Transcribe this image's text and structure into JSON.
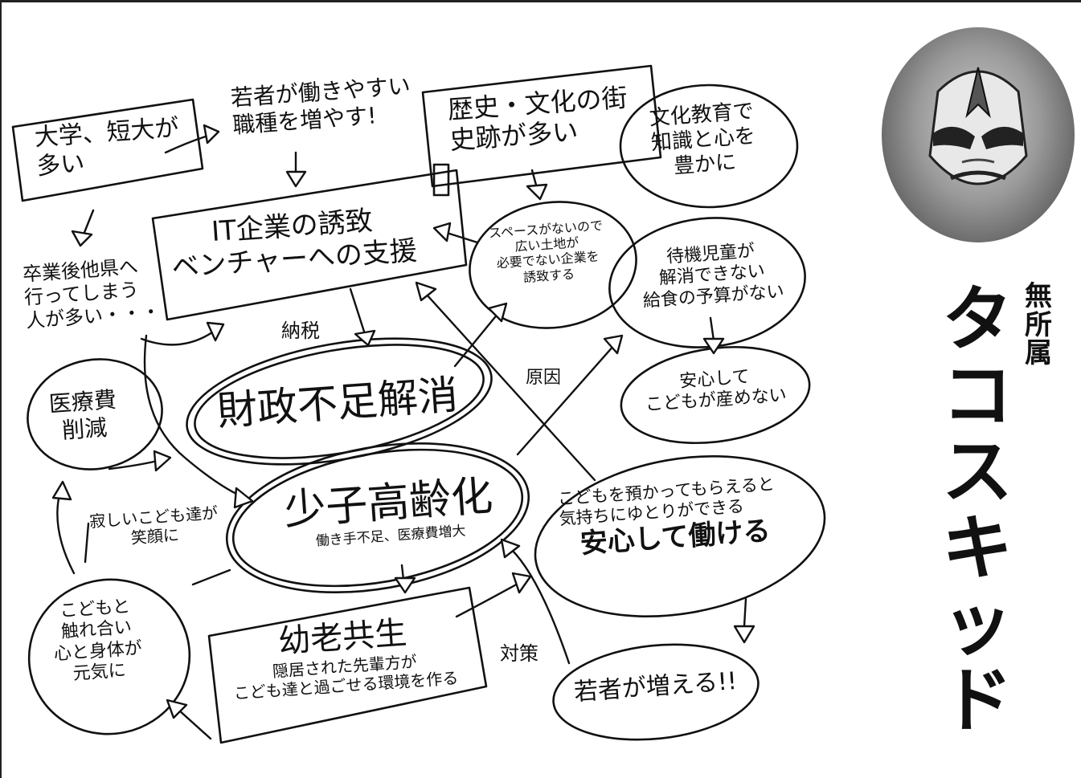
{
  "profile": {
    "affiliation": "無所属",
    "name": "タコスキッド",
    "photo_icon": "masked-wrestler-portrait"
  },
  "nodes": {
    "university": {
      "lines": [
        "大学、短大が",
        "多い"
      ]
    },
    "young_jobs": {
      "lines": [
        "若者が働きやすい",
        "職種を増やす!"
      ]
    },
    "history": {
      "lines": [
        "歴史・文化の街",
        "史跡が多い"
      ]
    },
    "culture_edu": {
      "lines": [
        "文化教育で",
        "知識と心を",
        "豊かに"
      ]
    },
    "it_support": {
      "lines": [
        "IT企業の誘致",
        "ベンチャーへの支援"
      ]
    },
    "space": {
      "lines": [
        "スペースがないので",
        "広い土地が",
        "必要でない企業を",
        "誘致する"
      ]
    },
    "waiting": {
      "lines": [
        "待機児童が",
        "解消できない",
        "給食の予算がない"
      ]
    },
    "after_grad": {
      "lines": [
        "卒業後他県へ",
        "行ってしまう",
        "人が多い・・・"
      ]
    },
    "tax": "納税",
    "cause": "原因",
    "medical": {
      "lines": [
        "医療費",
        "削減"
      ]
    },
    "finance": "財政不足解消",
    "no_children": {
      "lines": [
        "安心して",
        "こどもが産めない"
      ]
    },
    "aging": {
      "title": "少子高齢化",
      "sub": "働き手不足、医療費増大"
    },
    "lonely": {
      "lines": [
        "寂しいこども達が",
        "笑顔に"
      ]
    },
    "relief": {
      "lines": [
        "こどもを預かってもらえると",
        "気持ちにゆとりができる"
      ],
      "strong": "安心して働ける"
    },
    "kids_touch": {
      "lines": [
        "こどもと",
        "触れ合い",
        "心と身体が",
        "元気に"
      ]
    },
    "coexist": {
      "title": "幼老共生",
      "lines": [
        "隠居された先輩方が",
        "こども達と過ごせる環境を作る"
      ]
    },
    "measure": "対策",
    "youth_up": "若者が増える!!"
  }
}
